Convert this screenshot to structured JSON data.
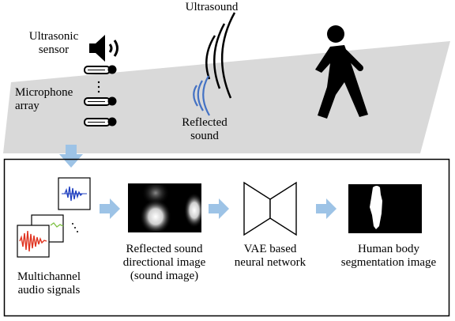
{
  "scene": {
    "ultrasound_label": "Ultrasound",
    "ultrasonic_sensor_label": [
      "Ultrasonic",
      "sensor"
    ],
    "microphone_array_label": [
      "Microphone",
      "array"
    ],
    "reflected_sound_label": [
      "Reflected",
      "sound"
    ]
  },
  "pipeline": {
    "audio_signals_label": [
      "Multichannel",
      "audio signals"
    ],
    "sound_image_label": [
      "Reflected sound",
      "directional image",
      "(sound image)"
    ],
    "vae_label": [
      "VAE based",
      "neural network"
    ],
    "segmentation_label": [
      "Human body",
      "segmentation image"
    ]
  },
  "colors": {
    "floor": "#d9d9d9",
    "arrow": "#9dc3e6",
    "reflected_wave": "#4472c4",
    "audio_blue": "#1f3fbf",
    "audio_red": "#e0321f",
    "audio_green": "#7dc242"
  },
  "icons": [
    "speaker-icon",
    "microphone-icon",
    "walking-person-icon"
  ]
}
